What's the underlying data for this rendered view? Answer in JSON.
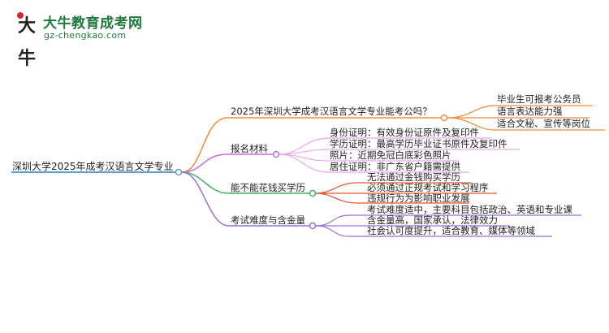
{
  "logo": {
    "mark_glyph": "大牛",
    "title": "大牛教育成考网",
    "url": "gz-chengkao.com"
  },
  "root": "深圳大学2025年成考汉语言文学专业",
  "branches": [
    {
      "label": "2025年深圳大学成考汉语言文学专业能考公吗？",
      "color": "#f08c3a",
      "children": [
        "毕业生可报考公务员",
        "语言表达能力强",
        "适合文秘、宣传等岗位"
      ]
    },
    {
      "label": "报名材料",
      "color": "#c56bd6",
      "children": [
        "身份证明：有效身份证原件及复印件",
        "学历证明：最高学历毕业证书原件及复印件",
        "照片：近期免冠白底彩色照片",
        "居住证明：非广东省户籍需提供"
      ]
    },
    {
      "label": "能不能花钱买学历",
      "color": "#44b06a",
      "children": [
        "无法通过金钱购买学历",
        "必须通过正规考试和学习程序",
        "违规行为为影响职业发展"
      ]
    },
    {
      "label": "考试难度与含金量",
      "color": "#9b6fd6",
      "children": [
        "考试难度适中，主要科目包括政治、英语和专业课",
        "含金量高，国家承认，法律效力",
        "社会认可度提升，适合教育、媒体等领域"
      ]
    }
  ],
  "colors": {
    "root_line": "#5aa0c8",
    "branch_0_child_accent": "#f08c3a",
    "branch_1_child_accent": "#c56bd6",
    "branch_2_child_accent": "#e8542e",
    "branch_3_child_accent": "#9b6fd6"
  }
}
